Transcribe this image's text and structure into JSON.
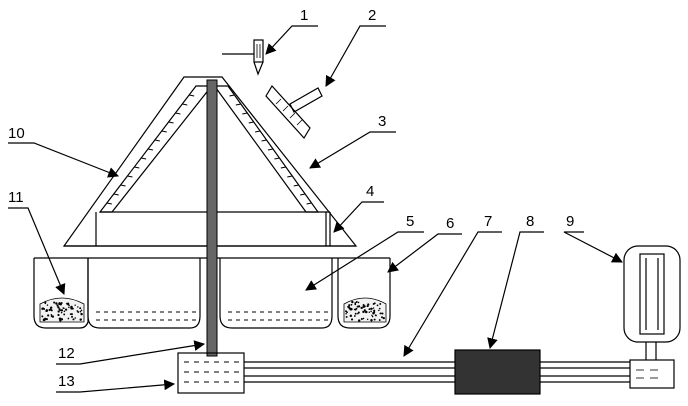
{
  "callouts": [
    "1",
    "2",
    "3",
    "4",
    "5",
    "6",
    "7",
    "8",
    "9",
    "10",
    "11",
    "12",
    "13"
  ],
  "colors": {
    "line": "#000000",
    "fill_dark": "#333333",
    "fill_shaft": "#666666",
    "background": "#ffffff"
  }
}
